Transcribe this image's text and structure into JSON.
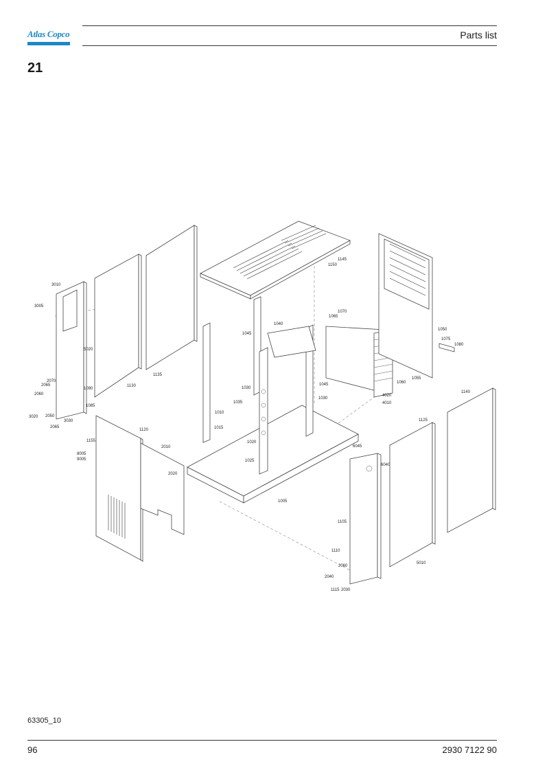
{
  "header": {
    "logo_text": "Atlas Copco",
    "title": "Parts list"
  },
  "section": {
    "number": "21"
  },
  "drawing": {
    "reference": "63305_10",
    "callouts": [
      "3010",
      "3005",
      "5020",
      "1130",
      "1135",
      "2070",
      "2065",
      "2060",
      "1090",
      "1085",
      "3020",
      "2050",
      "3030",
      "2065",
      "1145",
      "1150",
      "1040",
      "1045",
      "1065",
      "1070",
      "1050",
      "1075",
      "1080",
      "1060",
      "1055",
      "4020",
      "4010",
      "1045",
      "1030",
      "1030",
      "1035",
      "1010",
      "1015",
      "1020",
      "1025",
      "1005",
      "1140",
      "1125",
      "6045",
      "6040",
      "1155",
      "1120",
      "2010",
      "8005",
      "9005",
      "2020",
      "1105",
      "1110",
      "2060",
      "2040",
      "1115",
      "2030",
      "5010"
    ]
  },
  "footer": {
    "page_number": "96",
    "document_number": "2930 7122 90"
  }
}
